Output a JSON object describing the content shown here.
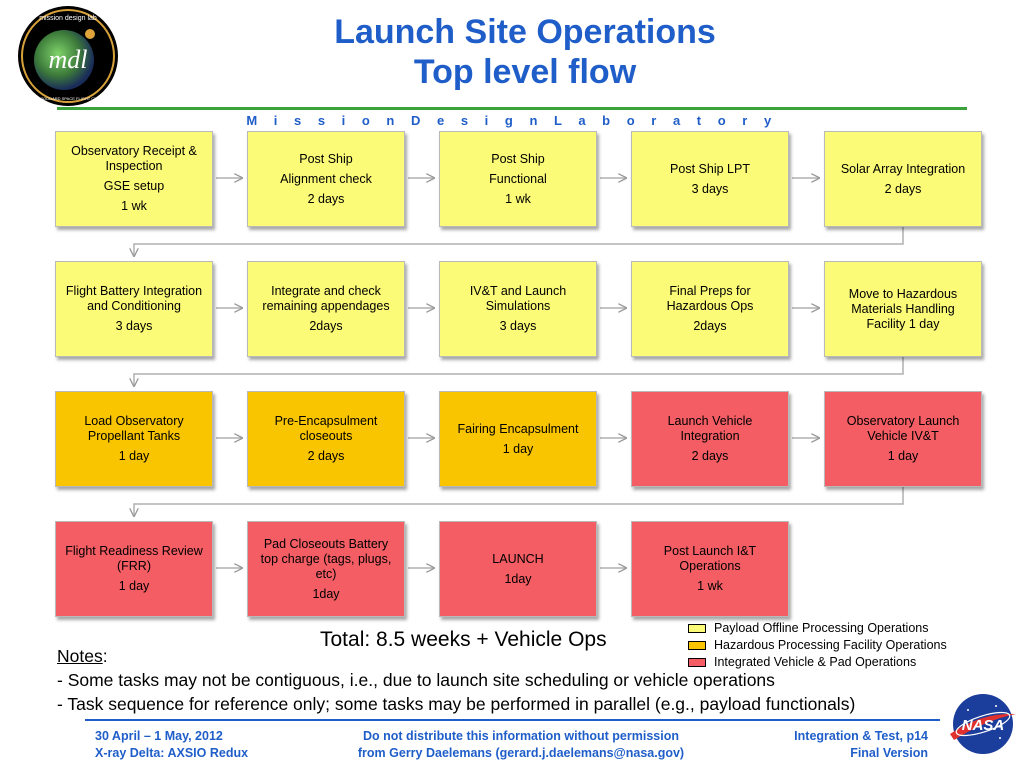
{
  "header": {
    "title_line1": "Launch Site Operations",
    "title_line2": "Top level flow",
    "subtitle": "M i s s i o n    D e s i g n    L a b o r a t o r y"
  },
  "logo": {
    "text": "mdl",
    "ring_top": "mission design lab",
    "ring_bottom": "NASA GODDARD SPACE FLIGHT CENTER"
  },
  "colors": {
    "yellow": "#fbfb78",
    "orange": "#f9c400",
    "red": "#f35d63",
    "title_blue": "#1f5ec9",
    "rule_green": "#3aa33a"
  },
  "flow_rows": [
    [
      {
        "lines": [
          "Observatory Receipt & Inspection",
          "GSE setup",
          "1 wk"
        ],
        "category": "payload"
      },
      {
        "lines": [
          "Post Ship",
          "Alignment check",
          "2 days"
        ],
        "category": "payload"
      },
      {
        "lines": [
          "Post Ship",
          "Functional",
          "1 wk"
        ],
        "category": "payload"
      },
      {
        "lines": [
          "Post Ship LPT",
          "3 days"
        ],
        "category": "payload"
      },
      {
        "lines": [
          "Solar Array Integration",
          "2 days"
        ],
        "category": "payload"
      }
    ],
    [
      {
        "lines": [
          "Flight Battery Integration and Conditioning",
          "3 days"
        ],
        "category": "payload"
      },
      {
        "lines": [
          "Integrate and check remaining appendages",
          "2days"
        ],
        "category": "payload"
      },
      {
        "lines": [
          "IV&T and Launch Simulations",
          "3 days"
        ],
        "category": "payload"
      },
      {
        "lines": [
          "Final Preps for Hazardous Ops",
          "2days"
        ],
        "category": "payload"
      },
      {
        "lines": [
          "Move to Hazardous Materials Handling Facility 1 day"
        ],
        "category": "payload"
      }
    ],
    [
      {
        "lines": [
          "Load Observatory Propellant Tanks",
          "1 day"
        ],
        "category": "hazardous"
      },
      {
        "lines": [
          "Pre-Encapsulment closeouts",
          "2 days"
        ],
        "category": "hazardous"
      },
      {
        "lines": [
          "Fairing Encapsulment",
          "1 day"
        ],
        "category": "hazardous"
      },
      {
        "lines": [
          "Launch Vehicle Integration",
          "2 days"
        ],
        "category": "integrated"
      },
      {
        "lines": [
          "Observatory Launch Vehicle IV&T",
          "1 day"
        ],
        "category": "integrated"
      }
    ],
    [
      {
        "lines": [
          "Flight Readiness Review (FRR)",
          "1 day"
        ],
        "category": "integrated"
      },
      {
        "lines": [
          "Pad Closeouts Battery top charge (tags, plugs, etc)",
          "1day"
        ],
        "category": "integrated"
      },
      {
        "lines": [
          "LAUNCH",
          "1day"
        ],
        "category": "integrated"
      },
      {
        "lines": [
          "Post Launch I&T Operations",
          "1 wk"
        ],
        "category": "integrated"
      }
    ]
  ],
  "total": "Total: 8.5 weeks + Vehicle Ops",
  "legend": [
    {
      "label": "Payload Offline Processing Operations",
      "color": "#fbfb78"
    },
    {
      "label": "Hazardous Processing Facility Operations",
      "color": "#f9c400"
    },
    {
      "label": "Integrated Vehicle & Pad Operations",
      "color": "#f35d63"
    }
  ],
  "notes": {
    "heading": "Notes",
    "lines": [
      "- Some tasks may not be contiguous, i.e., due to launch site scheduling or vehicle operations",
      "- Task sequence for reference only; some tasks may be performed in parallel (e.g., payload functionals)"
    ]
  },
  "footer": {
    "left_1": "30 April – 1 May, 2012",
    "left_2": "X-ray Delta: AXSIO Redux",
    "center_1": "Do not distribute this information without permission",
    "center_2": "from Gerry Daelemans (gerard.j.daelemans@nasa.gov)",
    "right_1": "Integration & Test, p14",
    "right_2": "Final Version"
  },
  "nasa_logo": {
    "text": "NASA"
  }
}
